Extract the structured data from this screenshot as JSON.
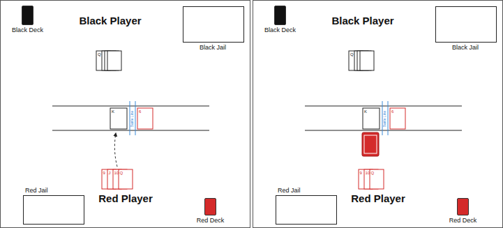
{
  "diagram": {
    "nodes": [
      {
        "text": [
          "Black Deck"
        ]
      },
      {
        "text": [
          "Black Jail"
        ]
      },
      {
        "text": [
          "Red Jail"
        ]
      },
      {
        "text": [
          "Red Deck"
        ]
      },
      {
        "text": [
          "Black Deck"
        ]
      },
      {
        "text": [
          "Black Jail"
        ]
      },
      {
        "text": [
          "Red Jail"
        ]
      },
      {
        "text": [
          "Red Deck"
        ]
      }
    ],
    "labels": [
      "Black Player",
      "Q",
      "K",
      "6",
      "Battle Line",
      "9",
      "J",
      "10",
      "Q",
      "Red Player",
      "Black Player",
      "Q",
      "K",
      "6",
      "Battle Line",
      "9",
      "10",
      "Q",
      "Red Player"
    ]
  }
}
